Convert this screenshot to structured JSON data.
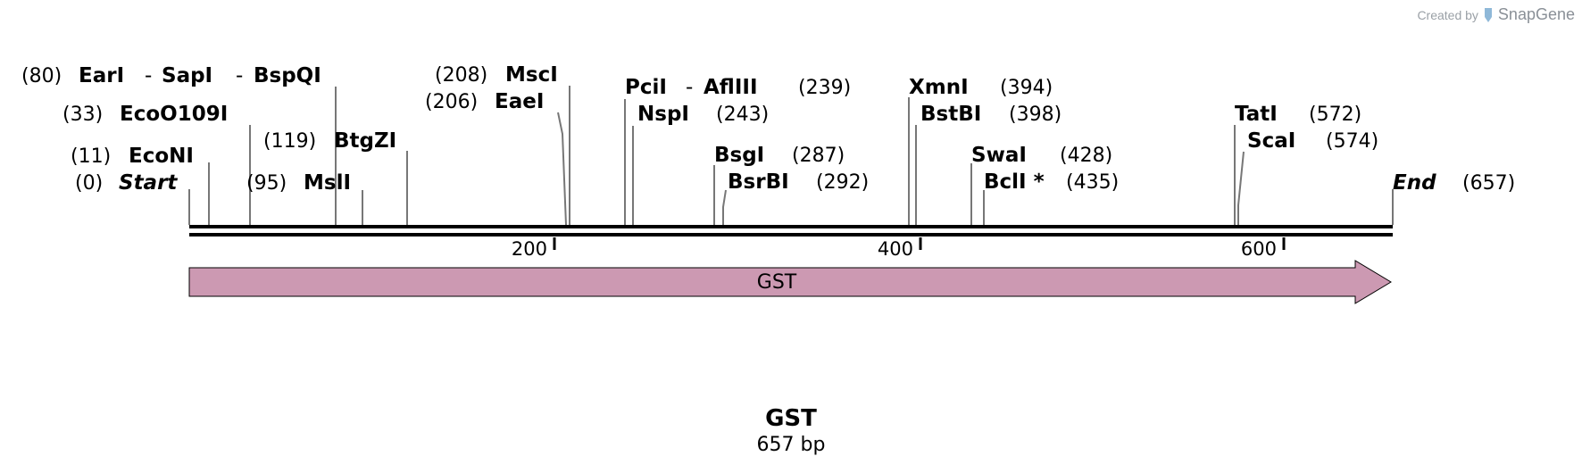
{
  "credit": {
    "prefix": "Created by",
    "brand": "SnapGene"
  },
  "map": {
    "name": "GST",
    "length_label": "657 bp",
    "length": 657,
    "feature": {
      "label": "GST",
      "start": 0,
      "end": 657,
      "color": "#cc99b2",
      "direction": "forward"
    },
    "ticks": [
      {
        "label": "200"
      },
      {
        "label": "400"
      },
      {
        "label": "600"
      }
    ],
    "sites": [
      {
        "names": [
          "Start"
        ],
        "pos": "(0)",
        "italic": true
      },
      {
        "names": [
          "EcoNI"
        ],
        "pos": "(11)"
      },
      {
        "names": [
          "EcoO109I"
        ],
        "pos": "(33)"
      },
      {
        "names": [
          "EarI",
          "SapI",
          "BspQI"
        ],
        "pos": "(80)"
      },
      {
        "names": [
          "MslI"
        ],
        "pos": "(95)"
      },
      {
        "names": [
          "BtgZI"
        ],
        "pos": "(119)"
      },
      {
        "names": [
          "EaeI"
        ],
        "pos": "(206)"
      },
      {
        "names": [
          "MscI"
        ],
        "pos": "(208)"
      },
      {
        "names": [
          "PciI",
          "AflIII"
        ],
        "pos": "(239)"
      },
      {
        "names": [
          "NspI"
        ],
        "pos": "(243)"
      },
      {
        "names": [
          "BsgI"
        ],
        "pos": "(287)"
      },
      {
        "names": [
          "BsrBI"
        ],
        "pos": "(292)"
      },
      {
        "names": [
          "XmnI"
        ],
        "pos": "(394)"
      },
      {
        "names": [
          "BstBI"
        ],
        "pos": "(398)"
      },
      {
        "names": [
          "SwaI"
        ],
        "pos": "(428)"
      },
      {
        "names": [
          "BclI *"
        ],
        "pos": "(435)"
      },
      {
        "names": [
          "TatI"
        ],
        "pos": "(572)"
      },
      {
        "names": [
          "ScaI"
        ],
        "pos": "(574)"
      },
      {
        "names": [
          "End"
        ],
        "pos": "(657)",
        "italic": true
      }
    ]
  }
}
